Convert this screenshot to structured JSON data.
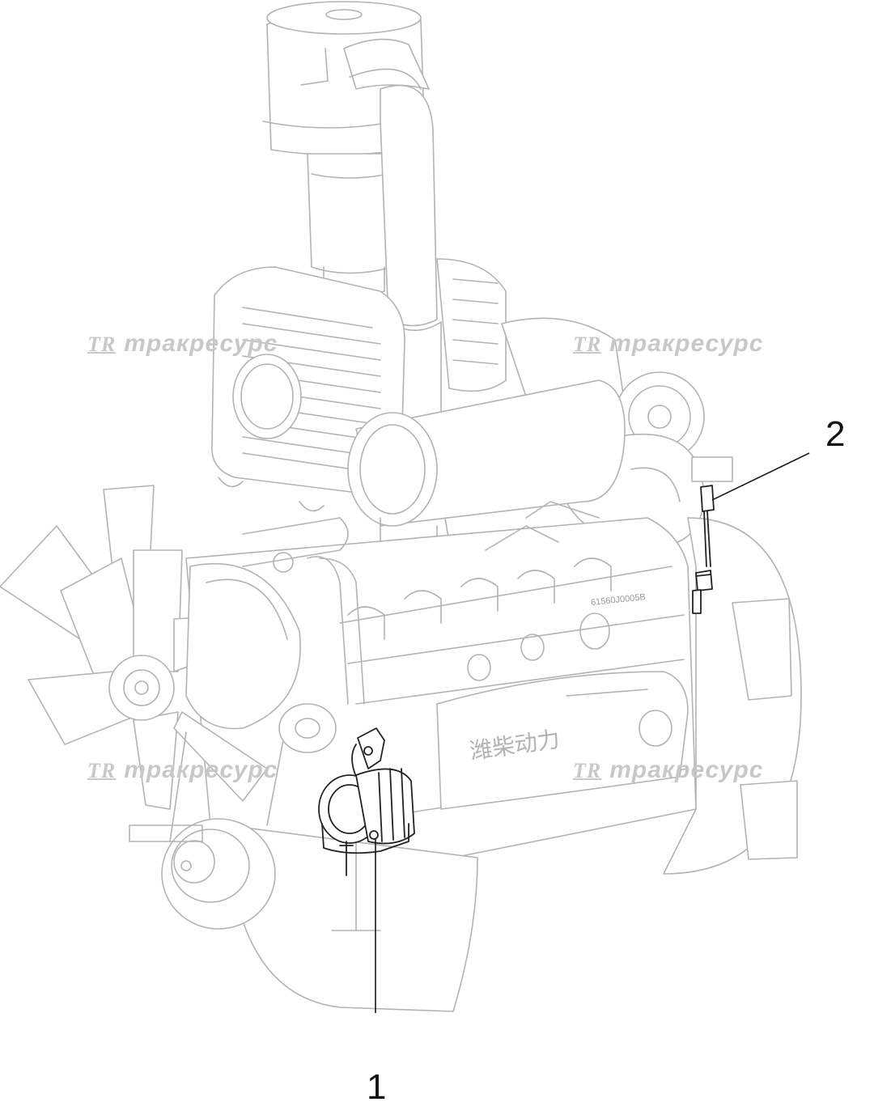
{
  "callouts": [
    {
      "id": "1",
      "label": "1"
    },
    {
      "id": "2",
      "label": "2"
    }
  ],
  "watermark": {
    "logo_text": "TR",
    "brand_text": "тракресурс"
  },
  "engine_markings": {
    "block_characters": "潍柴动力",
    "block_serial": "61560J0005B"
  },
  "colors": {
    "outline": "#b3b3b3",
    "highlight": "#222222",
    "watermark": "#c8c8c8"
  }
}
